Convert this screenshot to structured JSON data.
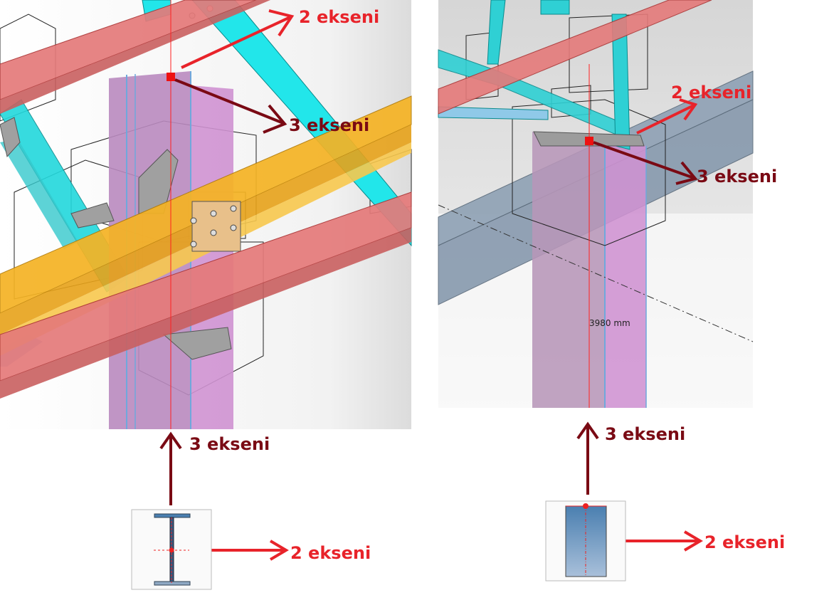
{
  "left_view": {
    "label_axis2_top": "2 ekseni",
    "label_axis3_top": "3 ekseni",
    "label_axis3_bottom": "3 ekseni",
    "label_axis2_bottom": "2 ekseni",
    "section_icon": "i-beam-section-icon"
  },
  "right_view": {
    "label_axis2_top": "2 ekseni",
    "label_axis3_top": "3 ekseni",
    "label_axis3_bottom": "3 ekseni",
    "label_axis2_bottom": "2 ekseni",
    "dimension": "3980 mm",
    "section_icon": "rectangular-section-icon"
  },
  "colors": {
    "axis2_arrow": "#e8232a",
    "axis3_arrow": "#7a0a14",
    "label2": "#e8232a",
    "label3": "#7a0a14",
    "red_beam": "#e57a7a",
    "cyan_brace": "#22eef0",
    "yellow_beam": "#f5b324",
    "purple_column": "#c58ac9",
    "gray_beam": "#8fa3b6"
  }
}
